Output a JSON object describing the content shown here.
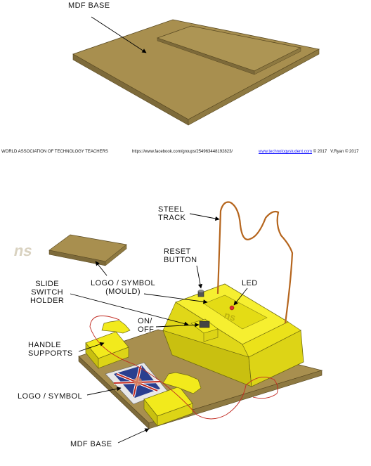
{
  "top_diagram": {
    "mdf_base_label": "MDF BASE"
  },
  "footer": {
    "association": "WORLD ASSOCIATION OF TECHNOLOGY TEACHERS",
    "facebook_url": "https://www.facebook.com/groups/254963448192823/",
    "site_link": "www.technologystudent.com",
    "copyright_1": "© 2017",
    "copyright_2": "V.Ryan © 2017"
  },
  "bottom_diagram": {
    "labels": {
      "steel_track_1": "STEEL",
      "steel_track_2": "TRACK",
      "reset_button_1": "RESET",
      "reset_button_2": "BUTTON",
      "led": "LED",
      "logo_mould_1": "LOGO / SYMBOL",
      "logo_mould_2": "(MOULD)",
      "slide_switch_1": "SLIDE",
      "slide_switch_2": "SWITCH",
      "slide_switch_3": "HOLDER",
      "on_off_1": "ON/",
      "on_off_2": "OFF",
      "handle_supports_1": "HANDLE",
      "handle_supports_2": "SUPPORTS",
      "logo_symbol": "LOGO / SYMBOL",
      "mdf_base": "MDF BASE"
    }
  },
  "colors": {
    "mdf": "#a88f4f",
    "mdf_dark": "#7d6a3a",
    "yellow": "#f2ea1c",
    "yellow_dark": "#c9c010",
    "wire": "#b5651d",
    "lead": "#c0281f",
    "link": "#1a1aff"
  }
}
